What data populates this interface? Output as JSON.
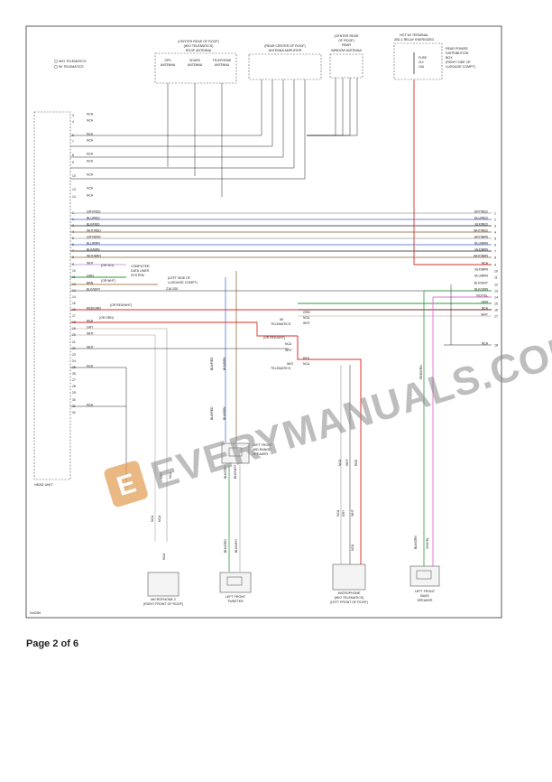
{
  "legend": [
    "W/O TELEMATICS",
    "W/ TELEMATICS"
  ],
  "roof_antenna": {
    "location": [
      "(CENTER REAR OF ROOF)",
      "(W/O TELEMATICS)",
      "ROOF ANTENNA"
    ],
    "parts": [
      [
        "GPS",
        "ANTENNA"
      ],
      [
        "SDARS",
        "ANTENNA"
      ],
      [
        "TELEPHONE",
        "ANTENNA"
      ]
    ]
  },
  "antenna_amplifier": {
    "location": [
      "(REAR CENTER OF ROOF)",
      "ANTENNA AMPLIFIER"
    ]
  },
  "rear_window_antenna": {
    "location": [
      "(CENTER REAR",
      "OF ROOF)",
      "REAR",
      "WINDOW ANTENNA"
    ]
  },
  "hot_terminal": [
    "HOT W/ TERMINAL",
    "30D-1 RELAY ENERGIZED"
  ],
  "fuse": [
    "FUSE",
    "212",
    "10A"
  ],
  "rear_pdb": [
    "REAR POWER",
    "DISTRIBUTION",
    "BOX",
    "(RIGHT SIDE OF",
    "LUGGAGE COMPT)"
  ],
  "head_unit": "HEAD UNIT",
  "computer_data_lines": [
    "COMPUTER",
    "DATA LINES",
    "SYSTEM"
  ],
  "ground": {
    "location": [
      "(LEFT SIDE OF",
      "LUGGAGE COMPT)"
    ],
    "id": "Z16 200"
  },
  "left_pins": [
    {
      "pin": "3",
      "label": "NCA"
    },
    {
      "pin": "4",
      "label": "NCA"
    },
    {
      "pin": "6",
      "label": "NCA"
    },
    {
      "pin": "7",
      "label": "NCA"
    },
    {
      "pin": "8",
      "label": "NCA"
    },
    {
      "pin": "9",
      "label": "NCA"
    },
    {
      "pin": "10",
      "label": "NCA"
    },
    {
      "pin": "13",
      "label": "NCA"
    },
    {
      "pin": "14",
      "label": "NCA"
    },
    {
      "pin": "1",
      "label": "GRY/RED"
    },
    {
      "pin": "2",
      "label": "BLU/RED"
    },
    {
      "pin": "3",
      "label": "BLK/RED"
    },
    {
      "pin": "4",
      "label": "WHT/RED"
    },
    {
      "pin": "5",
      "label": "GRY/BRN"
    },
    {
      "pin": "6",
      "label": "BLU/BRN"
    },
    {
      "pin": "7",
      "label": "BLK/BRN"
    },
    {
      "pin": "8",
      "label": "WHT/BRN"
    },
    {
      "pin": "9",
      "label": "WHT"
    },
    {
      "pin": "10",
      "label": ""
    },
    {
      "pin": "11",
      "label": "GRN"
    },
    {
      "pin": "12",
      "label": "BRN"
    },
    {
      "pin": "13",
      "label": "BLK/WHT"
    },
    {
      "pin": "14",
      "label": ""
    },
    {
      "pin": "15",
      "label": ""
    },
    {
      "pin": "16",
      "label": "RED/GRN"
    },
    {
      "pin": "17",
      "label": ""
    },
    {
      "pin": "18",
      "label": "RED"
    },
    {
      "pin": "19",
      "label": "GRY"
    },
    {
      "pin": "20",
      "label": "WHT"
    },
    {
      "pin": "21",
      "label": ""
    },
    {
      "pin": "22",
      "label": "WHT"
    },
    {
      "pin": "23",
      "label": ""
    },
    {
      "pin": "24",
      "label": ""
    },
    {
      "pin": "25",
      "label": "NCA"
    },
    {
      "pin": "26",
      "label": ""
    },
    {
      "pin": "27",
      "label": ""
    },
    {
      "pin": "28",
      "label": ""
    },
    {
      "pin": "29",
      "label": ""
    },
    {
      "pin": "30",
      "label": ""
    },
    {
      "pin": "31",
      "label": "NCA"
    },
    {
      "pin": "32",
      "label": ""
    }
  ],
  "wire_notes": [
    "(OR VIO)",
    "(OR WHT)",
    "(OR RED/WHT)",
    "(OR GRN)",
    "(OR RED/WHT)"
  ],
  "right_pins": [
    {
      "pin": "1",
      "label": "GRY/RED"
    },
    {
      "pin": "2",
      "label": "BLU/RED"
    },
    {
      "pin": "3",
      "label": "BLK/RED"
    },
    {
      "pin": "4",
      "label": "WHT/RED"
    },
    {
      "pin": "5",
      "label": "GRY/BRN"
    },
    {
      "pin": "6",
      "label": "BLU/BRN"
    },
    {
      "pin": "7",
      "label": "BLK/BRN"
    },
    {
      "pin": "8",
      "label": "WHT/BRN"
    },
    {
      "pin": "9",
      "label": "NCA"
    },
    {
      "pin": "10",
      "label": "BLK/BRN"
    },
    {
      "pin": "11",
      "label": "BLU/BRN"
    },
    {
      "pin": "12",
      "label": "BLK/WHT"
    },
    {
      "pin": "13",
      "label": "BLK/GRN"
    },
    {
      "pin": "14",
      "label": "VIO/YEL"
    },
    {
      "pin": "15",
      "label": "GRN"
    },
    {
      "pin": "16",
      "label": "NCA"
    },
    {
      "pin": "17",
      "label": "WHT"
    },
    {
      "pin": "18",
      "label": "NCA"
    }
  ],
  "telematics_w": [
    "W/",
    "TELEMATICS"
  ],
  "telematics_wo": [
    "W/O",
    "TELEMATICS"
  ],
  "mid_labels": [
    "GRN",
    "NCA",
    "WHT",
    "NCA",
    "RED",
    "NCA",
    "WHT"
  ],
  "speakers": {
    "mid_range": [
      "LEFT FRONT",
      "MID-RANGE",
      "SPEAKER"
    ],
    "tweeter": [
      "LEFT FRONT",
      "TWEETER"
    ],
    "bass": [
      "LEFT FRONT",
      "BASS",
      "SPEAKER"
    ]
  },
  "microphone2": [
    "MICROPHONE 2",
    "(RIGHT FRONT OF ROOF)"
  ],
  "microphone_telematics": [
    "MICROPHONE",
    "(W/O TELEMATICS)",
    "(LEFT FRONT OF ROOF)"
  ],
  "vertical_labels": [
    "BLK/RED",
    "BLK/BRN",
    "BLK/RED",
    "BLK/BRN",
    "BLK/GRN",
    "BLK/WHT",
    "BLK/GRN",
    "BLK/WHT",
    "BLK/GRN",
    "VIO/YEL",
    "NCA",
    "WHT",
    "RED",
    "NCA",
    "GRY",
    "WHT",
    "GRY",
    "NCA",
    "NCA",
    "NCA",
    "NCA",
    "NCA",
    "RED/GRN"
  ],
  "diagram_code": "044289",
  "watermark": "EVERYMANUALS.COM",
  "page_label": "Page 2 of 6",
  "colors": {
    "grn": "#2e9a3c",
    "brn": "#8b5a2b",
    "red": "#d9302b",
    "blu": "#3a62c9",
    "vio": "#9a4cc6",
    "gry": "#9a9a9a",
    "blk": "#222222",
    "pink": "#e070c8",
    "watermark": "#8a8a8a",
    "logo": "#e2a05a"
  }
}
